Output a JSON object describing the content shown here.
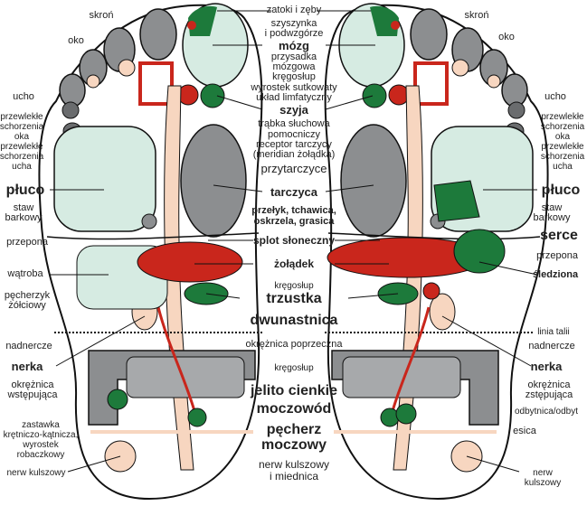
{
  "title": "Reflexology foot map",
  "colors": {
    "light_green": "#d6ebe2",
    "gray": "#8c8e90",
    "dark_gray": "#6a6c6e",
    "red": "#c9261c",
    "dark_green": "#1d7a3b",
    "peach": "#f7d6c0"
  },
  "center": {
    "zatoki": "zatoki i zęby",
    "szyszynka": "szyszynka\ni podwzgórze",
    "mozg": "mózg",
    "przysadka": "przysadka\nmózgowa",
    "kregoslup1": "kręgosłup",
    "wyrostek": "wyrostek sutkowaty",
    "uklad": "układ limfatyczny",
    "szyja": "szyja",
    "trabka": "trąbka słuchowa",
    "pomocniczy": "pomocniczy\nreceptor tarczycy\n(meridian żołądka)",
    "przytarczyce": "przytarczyce",
    "tarczyca": "tarczyca",
    "przelyk": "przełyk, tchawica,\noskrzela, grasica",
    "splot": "splot słoneczny",
    "zoladek": "żołądek",
    "kregoslup2": "kręgosłup",
    "trzustka": "trzustka",
    "dwunastnica": "dwunastnica",
    "okreznica_poprzeczna": "okrężnica poprzeczna",
    "kregoslup3": "kręgosłup",
    "jelito": "jelito cienkie",
    "moczowod": "moczowód",
    "pecherz": "pęcherz\nmoczowy",
    "nerw_miednica": "nerw kulszowy\ni miednica"
  },
  "left": {
    "skron": "skroń",
    "oko": "oko",
    "ucho": "ucho",
    "schorzenia_oka": "przewlekłe\nschorzenia\noka",
    "schorzenia_ucha": "przewlekłe\nschorzenia\nucha",
    "pluco": "płuco",
    "staw": "staw\nbarkowy",
    "przepona": "przepona",
    "watroba": "wątroba",
    "pecherzyk": "pęcherzyk\nżółciowy",
    "nadnercze": "nadnercze",
    "nerka": "nerka",
    "okreznica": "okrężnica\nwstępująca",
    "zastawka": "zastawka\nkrętniczo-kątnicza,\nwyrostek\nrobaczkowy",
    "nerw": "nerw kulszowy"
  },
  "right": {
    "skron": "skroń",
    "oko": "oko",
    "ucho": "ucho",
    "schorzenia_oka": "przewlekłe\nschorzenia\noka",
    "schorzenia_ucha": "przewlekłe\nschorzenia\nucha",
    "pluco": "płuco",
    "staw": "staw\nbarkowy",
    "serce": "serce",
    "przepona": "przepona",
    "sledziona": "śledziona",
    "linia_talii": "linia talii",
    "nadnercze": "nadnercze",
    "nerka": "nerka",
    "okreznica": "okrężnica\nzstępująca",
    "odbytnica": "odbytnica/odbyt",
    "esica": "esica",
    "nerw": "nerw kulszowy"
  }
}
